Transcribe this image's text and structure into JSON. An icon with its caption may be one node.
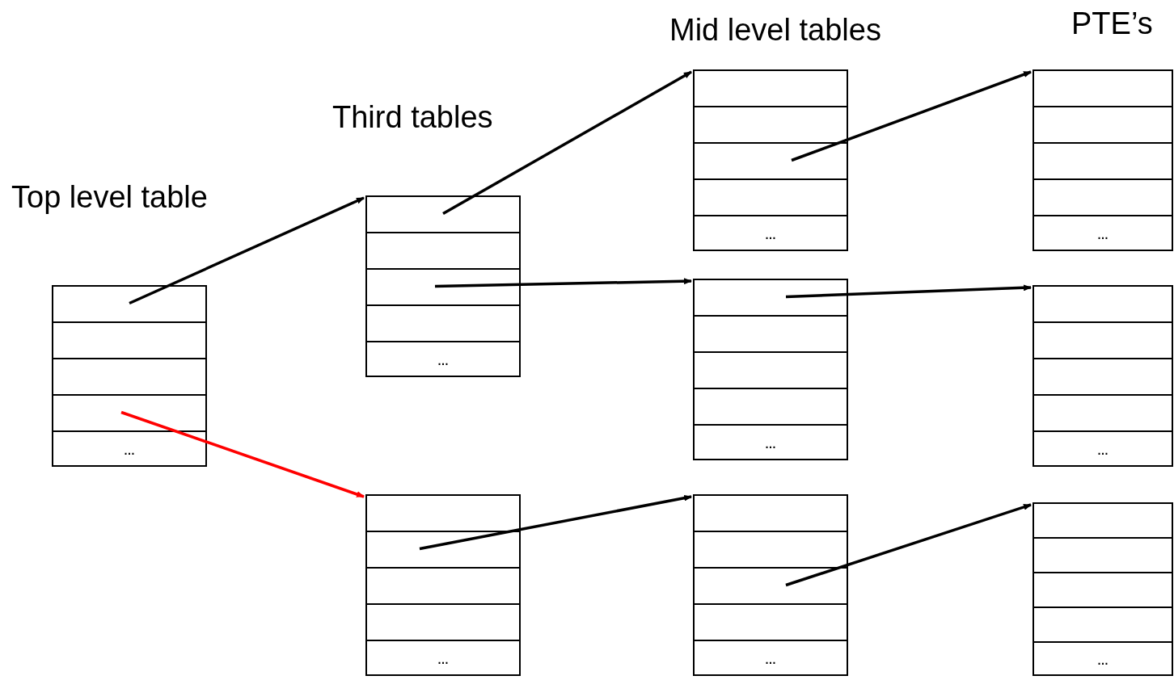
{
  "diagram": {
    "nodes": [
      {
        "text": [
          "Top level table"
        ]
      },
      {
        "text": [],
        "shape": "box",
        "in": 0
      },
      {
        "text": [],
        "shape": "box",
        "in": 0
      },
      {
        "text": [],
        "shape": "box",
        "in": 0
      },
      {
        "text": [],
        "shape": "box",
        "in": 0
      },
      {
        "text": [
          "…"
        ],
        "in": 0
      },
      {
        "text": [
          "Third tables"
        ]
      },
      {
        "text": [],
        "shape": "box",
        "in": 6
      },
      {
        "text": [],
        "shape": "box",
        "in": 6
      },
      {
        "text": [],
        "shape": "box",
        "in": 6
      },
      {
        "text": [],
        "shape": "box",
        "in": 6
      },
      {
        "text": [
          "…"
        ],
        "in": 6
      },
      {
        "text": [],
        "shape": "box"
      },
      {
        "text": [],
        "shape": "box",
        "in": 12
      },
      {
        "text": [],
        "shape": "box",
        "in": 12
      },
      {
        "text": [],
        "shape": "box",
        "in": 12
      },
      {
        "text": [],
        "shape": "box",
        "in": 12
      },
      {
        "text": [
          "…"
        ],
        "in": 12
      },
      {
        "text": [
          "Mid level tables"
        ]
      },
      {
        "text": [],
        "shape": "box",
        "in": 18
      },
      {
        "text": [],
        "shape": "box",
        "in": 18
      },
      {
        "text": [],
        "shape": "box",
        "in": 18
      },
      {
        "text": [],
        "shape": "box",
        "in": 18
      },
      {
        "text": [
          "…"
        ],
        "in": 18
      },
      {
        "text": [],
        "shape": "box"
      },
      {
        "text": [],
        "shape": "box",
        "in": 24
      },
      {
        "text": [],
        "shape": "box",
        "in": 24
      },
      {
        "text": [],
        "shape": "box",
        "in": 24
      },
      {
        "text": [],
        "shape": "box",
        "in": 24
      },
      {
        "text": [
          "…"
        ],
        "in": 24
      },
      {
        "text": [],
        "shape": "box"
      },
      {
        "text": [],
        "shape": "box",
        "in": 30
      },
      {
        "text": [],
        "shape": "box",
        "in": 30
      },
      {
        "text": [],
        "shape": "box",
        "in": 30
      },
      {
        "text": [],
        "shape": "box",
        "in": 30
      },
      {
        "text": [
          "…"
        ],
        "in": 30
      },
      {
        "text": [
          "PTE’s"
        ]
      },
      {
        "text": [],
        "shape": "box",
        "in": 36
      },
      {
        "text": [],
        "shape": "box",
        "in": 36
      },
      {
        "text": [],
        "shape": "box",
        "in": 36
      },
      {
        "text": [],
        "shape": "box",
        "in": 36
      },
      {
        "text": [
          "…"
        ],
        "in": 36
      },
      {
        "text": [],
        "shape": "box"
      },
      {
        "text": [],
        "shape": "box",
        "in": 42
      },
      {
        "text": [],
        "shape": "box",
        "in": 42
      },
      {
        "text": [],
        "shape": "box",
        "in": 42
      },
      {
        "text": [],
        "shape": "box",
        "in": 42
      },
      {
        "text": [
          "…"
        ],
        "in": 42
      },
      {
        "text": [],
        "shape": "box"
      },
      {
        "text": [],
        "shape": "box",
        "in": 48
      },
      {
        "text": [],
        "shape": "box",
        "in": 48
      },
      {
        "text": [],
        "shape": "box",
        "in": 48
      },
      {
        "text": [],
        "shape": "box",
        "in": 48
      },
      {
        "text": [
          "…"
        ],
        "in": 48
      }
    ],
    "edges": [
      {
        "from": 1,
        "to": 6,
        "arrow": "to"
      },
      {
        "from": 4,
        "to": 12,
        "arrow": "to",
        "color": "#ff0000"
      },
      {
        "from": 7,
        "to": 18,
        "arrow": "to"
      },
      {
        "from": 9,
        "to": 24,
        "arrow": "to"
      },
      {
        "from": 14,
        "to": 30,
        "arrow": "to"
      },
      {
        "from": 21,
        "to": 36,
        "arrow": "to"
      },
      {
        "from": 25,
        "to": 42,
        "arrow": "to"
      },
      {
        "from": 33,
        "to": 48,
        "arrow": "to"
      }
    ]
  }
}
